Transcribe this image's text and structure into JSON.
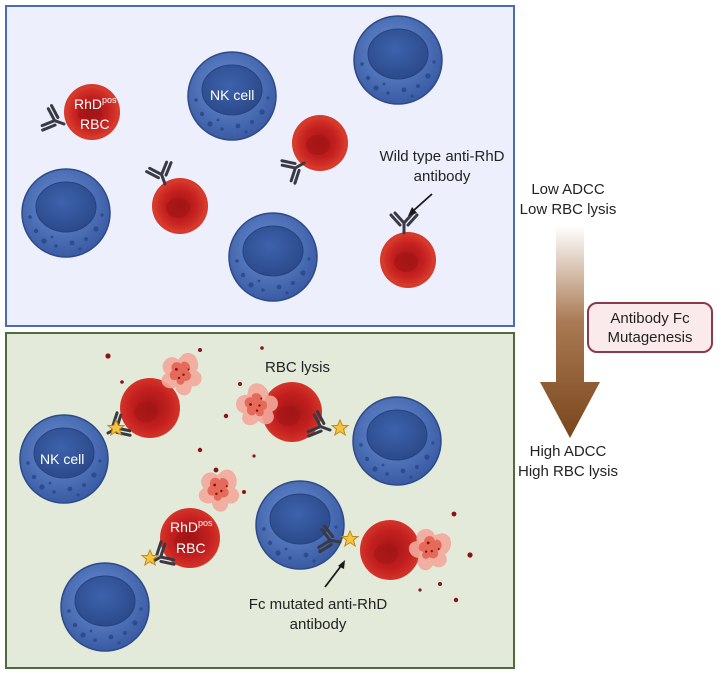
{
  "top_panel": {
    "nk_label": "NK cell",
    "rbc_label_main": "RhD",
    "rbc_label_sup": "pos",
    "rbc_label_sub": "RBC",
    "antibody_label_line1": "Wild type anti-RhD",
    "antibody_label_line2": "antibody"
  },
  "bottom_panel": {
    "nk_label": "NK cell",
    "lysis_label": "RBC lysis",
    "rbc_label_main": "RhD",
    "rbc_label_sup": "pos",
    "rbc_label_sub": "RBC",
    "antibody_label_line1": "Fc mutated anti-RhD",
    "antibody_label_line2": "antibody"
  },
  "gradient_arrow": {
    "top_line1": "Low ADCC",
    "top_line2": "Low RBC lysis",
    "bottom_line1": "High ADCC",
    "bottom_line2": "High RBC lysis"
  },
  "mutagenesis_box": {
    "line1": "Antibody Fc",
    "line2": "Mutagenesis"
  },
  "colors": {
    "top_panel_bg": "#eeeffc",
    "top_panel_border": "#4a6cb3",
    "bottom_panel_bg": "#e3ead9",
    "bottom_panel_border": "#4e6a3e",
    "nk_cell": "#4b6fb8",
    "rbc": "#c8201e",
    "arrow_start": "#ffffff",
    "arrow_end": "#7c4a1e",
    "box_border": "#8b3a4a",
    "box_fill": "#fbeaec"
  }
}
